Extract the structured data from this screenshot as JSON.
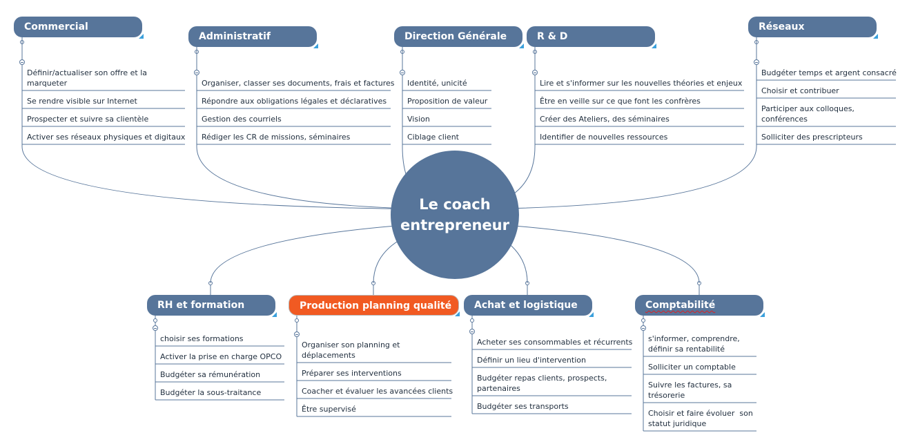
{
  "center": {
    "line1": "Le coach",
    "line2": "entrepreneur"
  },
  "branches": [
    {
      "id": "commercial",
      "title": "Commercial",
      "items": [
        "Définir/actualiser son offre et la\nmarqueter",
        "Se rendre visible sur Internet",
        "Prospecter et suivre sa clientèle",
        "Activer ses réseaux physiques et digitaux"
      ]
    },
    {
      "id": "administratif",
      "title": "Administratif",
      "items": [
        "Organiser, classer ses documents, frais et factures",
        "Répondre aux obligations légales et déclaratives",
        "Gestion des courriels",
        "Rédiger les CR de missions, séminaires"
      ]
    },
    {
      "id": "direction",
      "title": "Direction Générale",
      "items": [
        "Identité, unicité",
        "Proposition de valeur",
        "Vision",
        "Ciblage client"
      ]
    },
    {
      "id": "rd",
      "title": "R & D",
      "items": [
        "Lire et s'informer sur les nouvelles théories et enjeux",
        "Être en veille sur ce que font les confrères",
        "Créer des Ateliers, des séminaires",
        "Identifier de nouvelles ressources"
      ]
    },
    {
      "id": "reseaux",
      "title": "Réseaux",
      "items": [
        "Budgéter temps et argent consacré",
        "Choisir et contribuer",
        "Participer aux colloques,\nconférences",
        "Solliciter des prescripteurs"
      ]
    },
    {
      "id": "rh",
      "title": "RH et formation",
      "items": [
        "choisir ses formations",
        "Activer la prise en charge OPCO",
        "Budgéter sa rémunération",
        "Budgéter la sous-traitance"
      ]
    },
    {
      "id": "production",
      "title": "Production planning qualité",
      "items": [
        "Organiser son planning et\ndéplacements",
        "Préparer ses interventions",
        "Coacher et évaluer les avancées clients",
        "Être supervisé"
      ]
    },
    {
      "id": "achat",
      "title": "Achat et logistique",
      "items": [
        "Acheter ses consommables et récurrents",
        "Définir un lieu d'intervention",
        "Budgéter repas clients, prospects,\npartenaires",
        "Budgéter ses transports"
      ]
    },
    {
      "id": "comptabilite",
      "title": "Comptabilité",
      "items": [
        "s'informer, comprendre,\ndéfinir sa rentabilité",
        "Solliciter un comptable",
        "Suivre les factures, sa\ntrésorerie",
        "Choisir et faire évoluer  son\nstatut juridique"
      ]
    }
  ],
  "colors": {
    "topic": "#57759a",
    "accent": "#f15a22",
    "line": "#57759a",
    "corner": "#3aa0dc"
  }
}
